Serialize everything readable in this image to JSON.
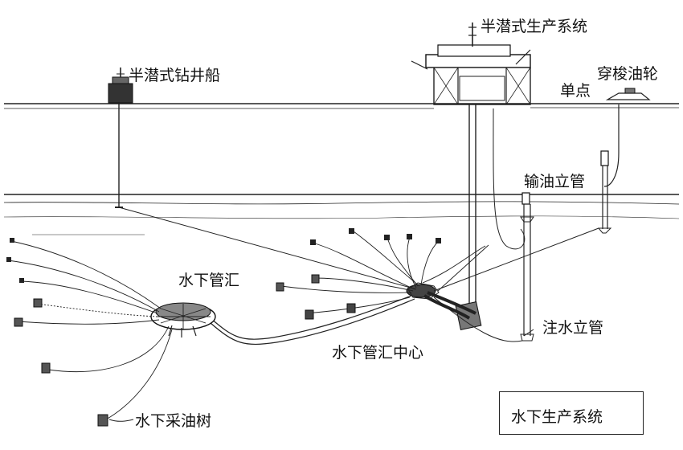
{
  "labels": {
    "semi_sub_drilling_ship": "半潜式钻井船",
    "semi_sub_production_system": "半潜式生产系统",
    "single_point": "单点",
    "shuttle_tanker": "穿梭油轮",
    "oil_export_riser": "输油立管",
    "subsea_manifold": "水下管汇",
    "subsea_manifold_center": "水下管汇中心",
    "water_injection_riser": "注水立管",
    "subsea_tree": "水下采油树"
  },
  "legend": {
    "title": "水下生产系统"
  }
}
